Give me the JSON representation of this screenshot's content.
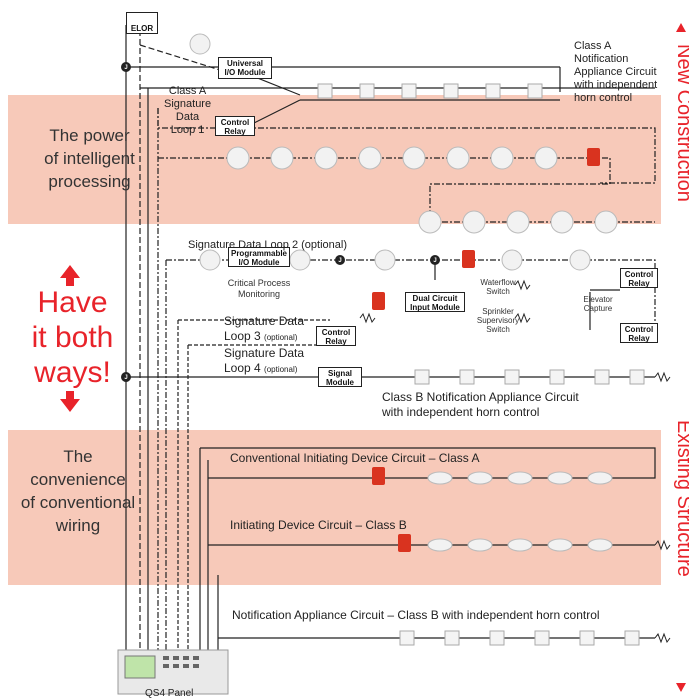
{
  "bands": {
    "top_text": "The power\nof intelligent\nprocessing",
    "bottom_text": "The\nconvenience\nof conventional\nwiring"
  },
  "center": {
    "have_text": "Have\nit both\nways!"
  },
  "side": {
    "new": "New Construction",
    "existing": "Existing Structure"
  },
  "labels": {
    "elor": "ELOR",
    "universal_io": "Universal\nI/O Module",
    "control_relay": "Control\nRelay",
    "class_a_nac": "Class A\nNotification\nAppliance Circuit\nwith independent\nhorn control",
    "class_a_sig": "Class A\nSignature\nData\nLoop 1",
    "loop2": "Signature Data Loop 2 (optional)",
    "programmable_io": "Programmable\nI/O Module",
    "critical": "Critical Process\nMonitoring",
    "loop3_main": "Signature Data",
    "loop3_sub": "Loop 3",
    "loop4_main": "Signature Data",
    "loop4_sub": "Loop 4",
    "optional": "(optional)",
    "signal_module": "Signal\nModule",
    "dual_circuit": "Dual Circuit\nInput Module",
    "waterflow": "Waterflow\nSwitch",
    "sprinkler": "Sprinkler\nSupervisory\nSwitch",
    "elevator": "Elevator\nCapture",
    "class_b_nac": "Class B Notification Appliance Circuit\nwith independent horn control",
    "conv_a": "Conventional Initiating Device Circuit – Class A",
    "idc_b": "Initiating Device Circuit – Class B",
    "nac_b": "Notification Appliance Circuit – Class B with independent horn control",
    "panel": "QS4 Panel",
    "j": "J"
  },
  "colors": {
    "band": "#f7c9b9",
    "accent": "#e8232a",
    "line": "#222222"
  },
  "icons": [
    "smoke-detector-icon",
    "horn-strobe-icon",
    "pull-station-icon",
    "resistor-icon",
    "junction-icon",
    "arrow-up-icon",
    "arrow-down-icon"
  ]
}
